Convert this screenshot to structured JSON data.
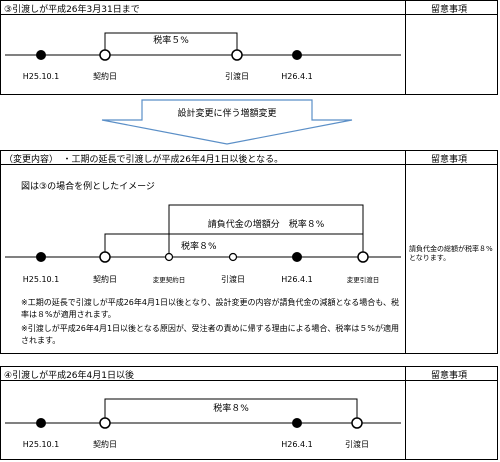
{
  "sec1": {
    "title": "③引渡しが平成26年3月31日まで",
    "remarks_header": "留意事項",
    "timeline": {
      "h2510": "H25.10.1",
      "contract": "契約日",
      "delivery": "引渡日",
      "h2641": "H26.4.1",
      "rate": "税率５%"
    }
  },
  "arrow": {
    "label": "設計変更に伴う増額変更"
  },
  "sec2": {
    "title": "（変更内容）　・工期の延長で引渡しが平成26年4月1日以後となる。",
    "remarks_header": "留意事項",
    "example": "図は③の場合を例としたイメージ",
    "increase_label": "請負代金の増額分　税率８%",
    "rate": "税率８%",
    "timeline": {
      "h2510": "H25.10.1",
      "contract": "契約日",
      "change_contract": "変更契約日",
      "delivery": "引渡日",
      "h2641": "H26.4.1",
      "change_delivery": "変更引渡日"
    },
    "note1": "※工期の延長で引渡しが平成26年4月1日以後となり、設計変更の内容が請負代金の減額となる場合も、税率は８%が適用されます。",
    "note2": "※引渡しが平成26年4月1日以後となる原因が、受注者の責めに帰する理由による場合、税率は５%が適用されます。",
    "remark": "請負代金の総額が税率８%となります。"
  },
  "sec3": {
    "title": "④引渡しが平成26年4月1日以後",
    "remarks_header": "留意事項",
    "timeline": {
      "h2510": "H25.10.1",
      "contract": "契約日",
      "h2641": "H26.4.1",
      "delivery": "引渡日",
      "rate": "税率８%"
    }
  },
  "colors": {
    "line": "#000000",
    "arrow_fill": "#ffffff",
    "arrow_stroke": "#5b8fc7"
  }
}
